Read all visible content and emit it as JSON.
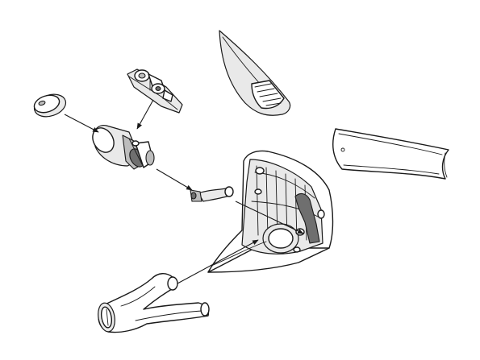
{
  "diagram": {
    "style": "exploded-assembly-line-drawing",
    "colors": {
      "line": "#1a1a1a",
      "background": "#ffffff",
      "shade_light": "#e9e9e9",
      "shade_mid": "#bdbdbd",
      "shade_dark": "#6f6f6f"
    },
    "parts": [
      "cap",
      "bulb-housing",
      "clamp-bracket",
      "small-hose",
      "curved-hood",
      "clear-cover",
      "main-housing",
      "intake-duct"
    ]
  }
}
